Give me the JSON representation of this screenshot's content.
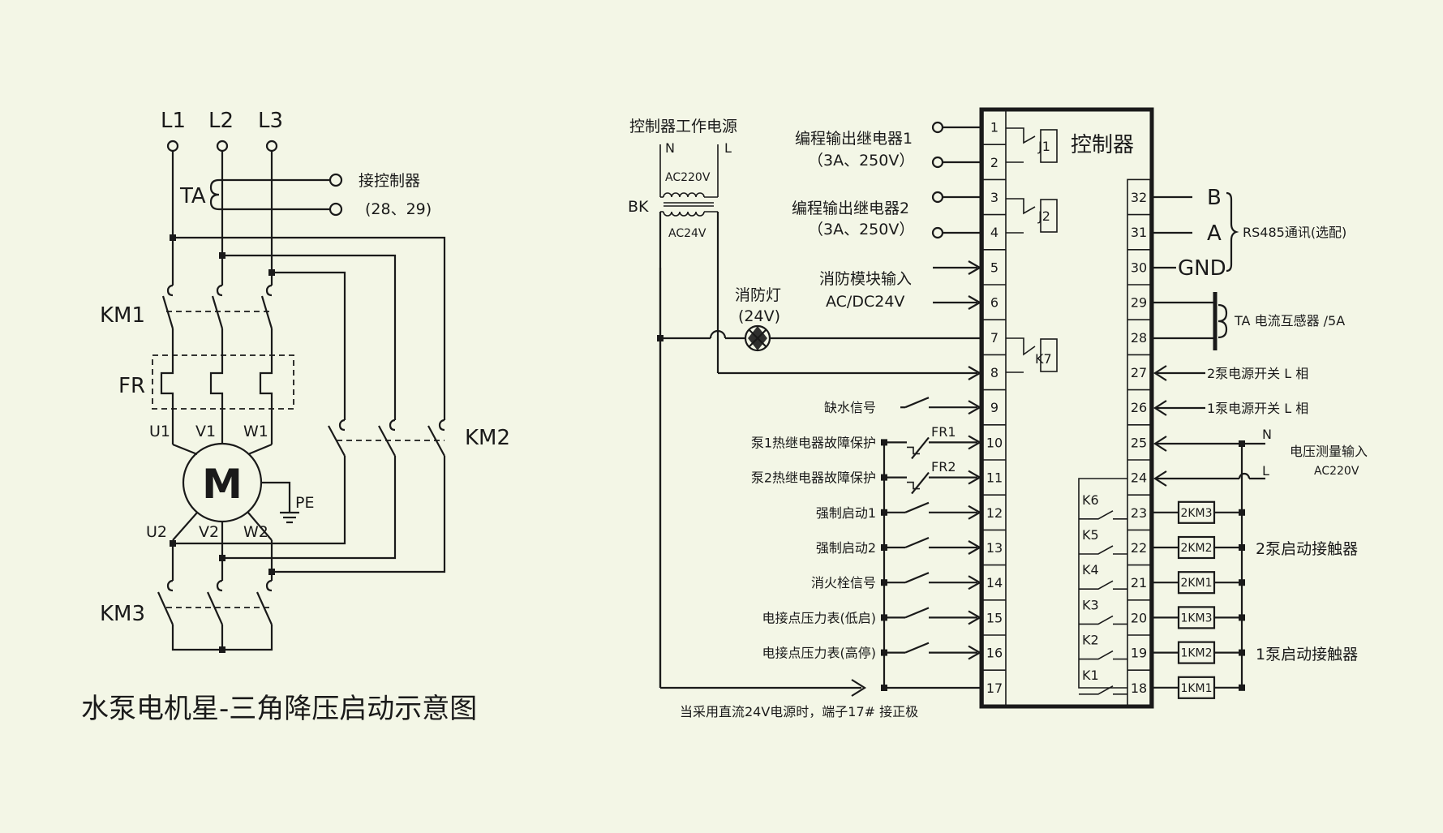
{
  "left_diagram": {
    "phases": [
      "L1",
      "L2",
      "L3"
    ],
    "ta_label": "TA",
    "to_controller_label": "接控制器",
    "to_controller_terminals": "(28、29)",
    "km1_label": "KM1",
    "fr_label": "FR",
    "km2_label": "KM2",
    "km3_label": "KM3",
    "motor_label": "M",
    "pe_label": "PE",
    "terminals_top": [
      "U1",
      "V1",
      "W1"
    ],
    "terminals_bottom": [
      "U2",
      "V2",
      "W2"
    ],
    "caption": "水泵电机星-三角降压启动示意图"
  },
  "right_diagram": {
    "controller_label": "控制器",
    "power_title": "控制器工作电源",
    "power_n": "N",
    "power_l": "L",
    "ac220": "AC220V",
    "ac24": "AC24V",
    "bk": "BK",
    "relay1_label": "编程输出继电器1",
    "relay1_rating": "（3A、250V）",
    "relay2_label": "编程输出继电器2",
    "relay2_rating": "（3A、250V）",
    "fire_module_label": "消防模块输入",
    "fire_module_voltage": "AC/DC24V",
    "fire_lamp_label": "消防灯",
    "fire_lamp_voltage": "(24V)",
    "inputs": [
      {
        "label": "缺水信号",
        "terminal": "9"
      },
      {
        "label": "泵1热继电器故障保护",
        "terminal": "10"
      },
      {
        "label": "泵2热继电器故障保护",
        "terminal": "11"
      },
      {
        "label": "强制启动1",
        "terminal": "12"
      },
      {
        "label": "强制启动2",
        "terminal": "13"
      },
      {
        "label": "消火栓信号",
        "terminal": "14"
      },
      {
        "label": "电接点压力表(低启)",
        "terminal": "15"
      },
      {
        "label": "电接点压力表(高停)",
        "terminal": "16"
      }
    ],
    "fr1": "FR1",
    "fr2": "FR2",
    "left_terminals": [
      "1",
      "2",
      "3",
      "4",
      "5",
      "6",
      "7",
      "8",
      "9",
      "10",
      "11",
      "12",
      "13",
      "14",
      "15",
      "16",
      "17"
    ],
    "right_terminals": [
      "32",
      "31",
      "30",
      "29",
      "28",
      "27",
      "26",
      "25",
      "24",
      "23",
      "22",
      "21",
      "20",
      "19",
      "18"
    ],
    "inner_relays_left": [
      "J1",
      "J2",
      "K7"
    ],
    "inner_relays_right": [
      "K6",
      "K5",
      "K4",
      "K3",
      "K2",
      "K1"
    ],
    "rs485_b": "B",
    "rs485_a": "A",
    "rs485_gnd": "GND",
    "rs485_label": "RS485通讯(选配)",
    "ta_label": "TA  电流互感器 /5A",
    "pump2_switch": "2泵电源开关 L 相",
    "pump1_switch": "1泵电源开关 L 相",
    "voltage_n": "N",
    "voltage_l": "L",
    "voltage_input_label": "电压测量输入",
    "voltage_input_value": "AC220V",
    "contactors": [
      "2KM3",
      "2KM2",
      "2KM1",
      "1KM3",
      "1KM2",
      "1KM1"
    ],
    "pump2_contactor_label": "2泵启动接触器",
    "pump1_contactor_label": "1泵启动接触器",
    "note_17": "当采用直流24V电源时，端子17# 接正极"
  }
}
